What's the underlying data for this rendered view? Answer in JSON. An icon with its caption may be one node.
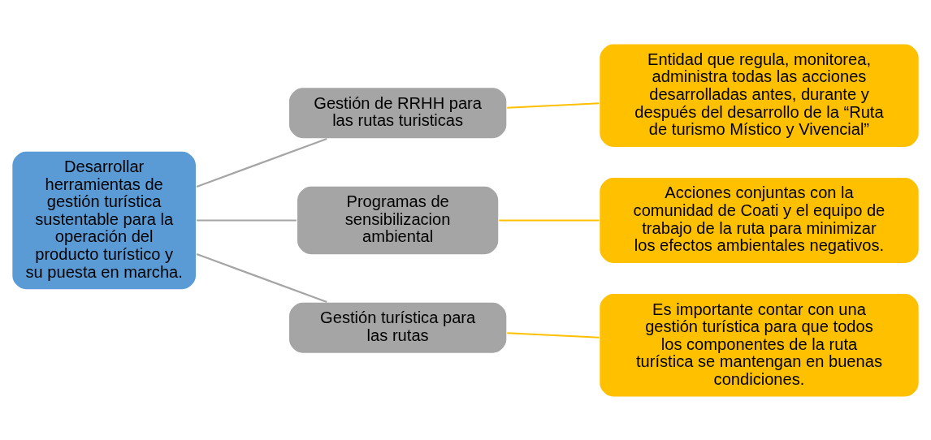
{
  "diagram": {
    "nodes": [
      {
        "text": [
          "Desarrollar herramientas de gestión turística sustentable para la operación del producto turístico y su puesta en marcha."
        ]
      },
      {
        "text": [
          "Gestión de RRHH para las rutas turisticas"
        ]
      },
      {
        "text": [
          "Programas de sensibilizacion ambiental"
        ]
      },
      {
        "text": [
          "Gestión turística para las rutas"
        ]
      },
      {
        "text": [
          "Entidad que regula, monitorea, administra todas las acciones desarrolladas antes, durante y después del desarrollo de la “Ruta de turismo Místico y Vivencial”"
        ]
      },
      {
        "text": [
          "Acciones conjuntas con la comunidad de Coati y el equipo de trabajo de la ruta para minimizar los efectos ambientales negativos."
        ]
      },
      {
        "text": [
          "Es importante contar con una gestión turística para que todos los componentes de la ruta turística se mantengan en buenas condiciones."
        ]
      }
    ],
    "edges": [
      {
        "from": 0,
        "to": 1,
        "arrow": "none"
      },
      {
        "from": 0,
        "to": 2,
        "arrow": "none"
      },
      {
        "from": 0,
        "to": 3,
        "arrow": "none"
      },
      {
        "from": 1,
        "to": 4,
        "arrow": "none",
        "color": "#ffc000"
      },
      {
        "from": 2,
        "to": 5,
        "arrow": "none",
        "color": "#ffc000"
      },
      {
        "from": 3,
        "to": 6,
        "arrow": "none",
        "color": "#ffc000"
      }
    ]
  }
}
